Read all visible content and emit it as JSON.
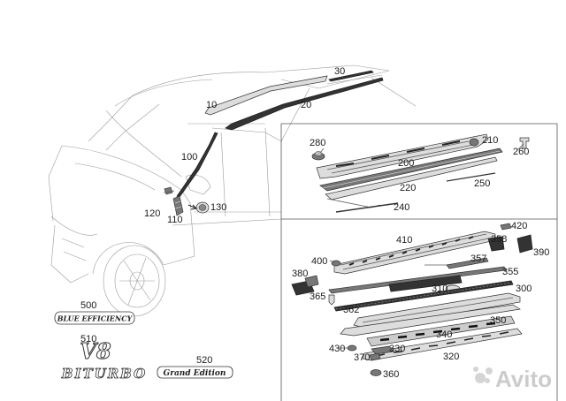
{
  "labels": {
    "p10": "10",
    "p20": "20",
    "p30": "30",
    "p100": "100",
    "p110": "110",
    "p120": "120",
    "p130": "130",
    "p200": "200",
    "p210": "210",
    "p220": "220",
    "p240": "240",
    "p250": "250",
    "p260": "260",
    "p280": "280",
    "p300": "300",
    "p310": "310",
    "p320": "320",
    "p330": "330",
    "p340": "340",
    "p350": "350",
    "p355": "355",
    "p357": "357",
    "p358": "358",
    "p360": "360",
    "p362": "362",
    "p365": "365",
    "p370": "370",
    "p380": "380",
    "p390": "390",
    "p400": "400",
    "p410": "410",
    "p420": "420",
    "p430": "430",
    "p500": "500",
    "p510": "510",
    "p520": "520"
  },
  "badges": {
    "blue_efficiency": "BLUE EFFICIENCY",
    "v8": "V8",
    "biturbo": "BITURBO",
    "grand_edition": "Grand Edition"
  },
  "watermark": {
    "text": "Avito"
  },
  "colors": {
    "line": "#5a5a5a",
    "frame": "#555555",
    "watermark": "#bbbbbb"
  }
}
